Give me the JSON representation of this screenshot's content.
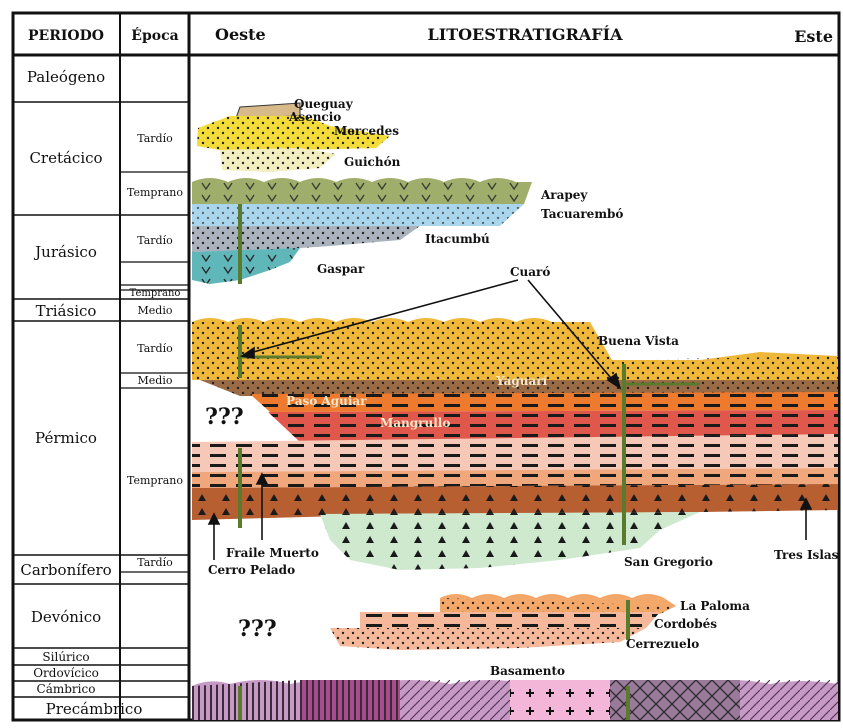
{
  "header": {
    "periodo": "PERIODO",
    "epoca": "Época",
    "oeste": "Oeste",
    "title": "LITOESTRATIGRAFÍA",
    "este": "Este"
  },
  "periods": [
    "Paleógeno",
    "Cretácico",
    "Jurásico",
    "Triásico",
    "Pérmico",
    "Carbonífero",
    "Devónico",
    "Silúrico",
    "Ordovícico",
    "Cámbrico",
    "Precámbrico"
  ],
  "epochs": [
    "Tardío",
    "Temprano",
    "Tardío",
    "Temprano",
    "Medio",
    "Tardío",
    "Medio",
    "Temprano",
    "Tardío"
  ],
  "units": [
    "Queguay",
    "Asencio",
    "Mercedes",
    "Guichón",
    "Arapey",
    "Tacuarembó",
    "Itacumbú",
    "Gaspar",
    "Cuaró",
    "Buena Vista",
    "Yaguarí",
    "Paso Aguiar",
    "Mangrullo",
    "Fraile Muerto",
    "Cerro Pelado",
    "San Gregorio",
    "Tres Islas",
    "La Paloma",
    "Cordobés",
    "Cerrezuelo",
    "Basamento"
  ],
  "unknown_marks": [
    "???",
    "???"
  ],
  "colors": {
    "yellow": "#f3dc3a",
    "cream": "#f3eec0",
    "olive": "#9fae6a",
    "sky": "#a9d6ec",
    "slate": "#aab3bd",
    "teal": "#5fb7ba",
    "gold": "#f0b83a",
    "brown": "#9a6b45",
    "orange": "#ee7a2e",
    "red": "#e0584b",
    "pink": "#f6c8b8",
    "peach": "#f0a77c",
    "rust": "#b85f32",
    "mint": "#cfe9cf",
    "apricot": "#f3a86a",
    "salmon": "#f6b89a",
    "magenta": "#a84c8e",
    "lavender": "#c79ac6",
    "green": "#5a7a2e"
  }
}
